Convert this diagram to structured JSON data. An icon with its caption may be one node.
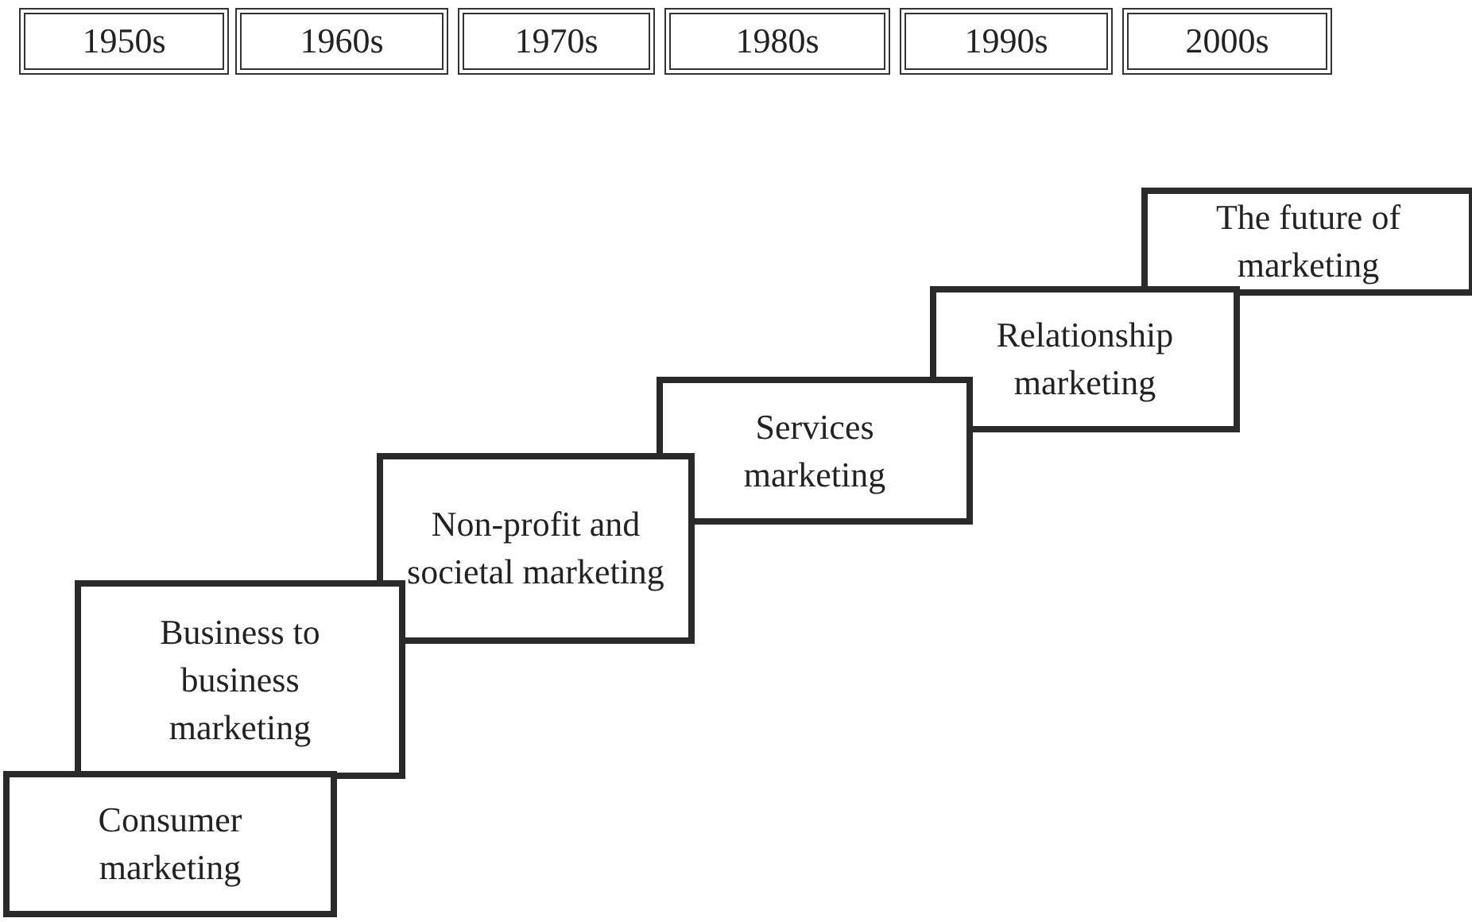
{
  "diagram": {
    "nodes": [
      {
        "text": [
          "1950s"
        ]
      },
      {
        "text": [
          "1960s"
        ]
      },
      {
        "text": [
          "1970s"
        ]
      },
      {
        "text": [
          "1980s"
        ]
      },
      {
        "text": [
          "1990s"
        ]
      },
      {
        "text": [
          "2000s"
        ]
      },
      {
        "text": [
          "Consumer marketing"
        ]
      },
      {
        "text": [
          "Business to business marketing"
        ]
      },
      {
        "text": [
          "Non-profit and societal marketing"
        ]
      },
      {
        "text": [
          "Services marketing"
        ]
      },
      {
        "text": [
          "Relationship marketing"
        ]
      },
      {
        "text": [
          "The future of marketing"
        ]
      }
    ]
  }
}
